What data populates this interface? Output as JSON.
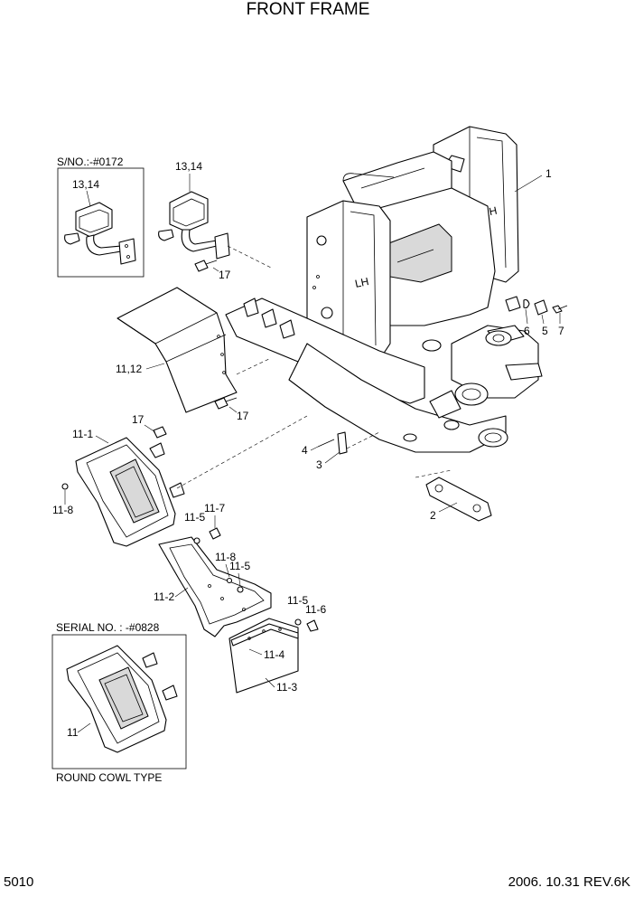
{
  "title": "FRONT FRAME",
  "page_number": "5010",
  "revision": "2006. 10.31  REV.6K",
  "insets": {
    "serial_top": "S/NO.:-#0172",
    "serial_bottom": "SERIAL NO. : -#0828",
    "round_cowl": "ROUND COWL TYPE"
  },
  "frame_marks": {
    "lh": "LH",
    "rh": "RH"
  },
  "callouts": {
    "c1": "1",
    "c2": "2",
    "c3": "3",
    "c4": "4",
    "c5": "5",
    "c6": "6",
    "c7": "7",
    "c11": "11",
    "c11_1": "11-1",
    "c11_2": "11-2",
    "c11_3": "11-3",
    "c11_4": "11-4",
    "c11_5a": "11-5",
    "c11_5b": "11-5",
    "c11_5c": "11-5",
    "c11_6": "11-6",
    "c11_7": "11-7",
    "c11_8a": "11-8",
    "c11_8b": "11-8",
    "c11_12": "11,12",
    "c13_14a": "13,14",
    "c13_14b": "13,14",
    "c17a": "17",
    "c17b": "17",
    "c17c": "17"
  }
}
